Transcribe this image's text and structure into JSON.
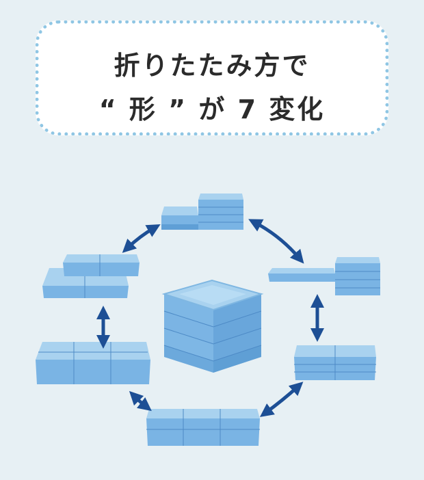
{
  "title": {
    "line1": "折りたたみ方で",
    "line2": "“ 形 ” が 7 変化"
  },
  "colors": {
    "background": "#e7f0f4",
    "border": "#8fc6e4",
    "cushion_top": "#a9d2ef",
    "cushion_side": "#6ea9dc",
    "arrow": "#1d4f95"
  },
  "illustration": {
    "center": "cube-stack",
    "arrangements": [
      "step-stack-top",
      "stair-right",
      "stacked-right",
      "flat-long",
      "flat-wide-left",
      "sofa-left"
    ]
  }
}
